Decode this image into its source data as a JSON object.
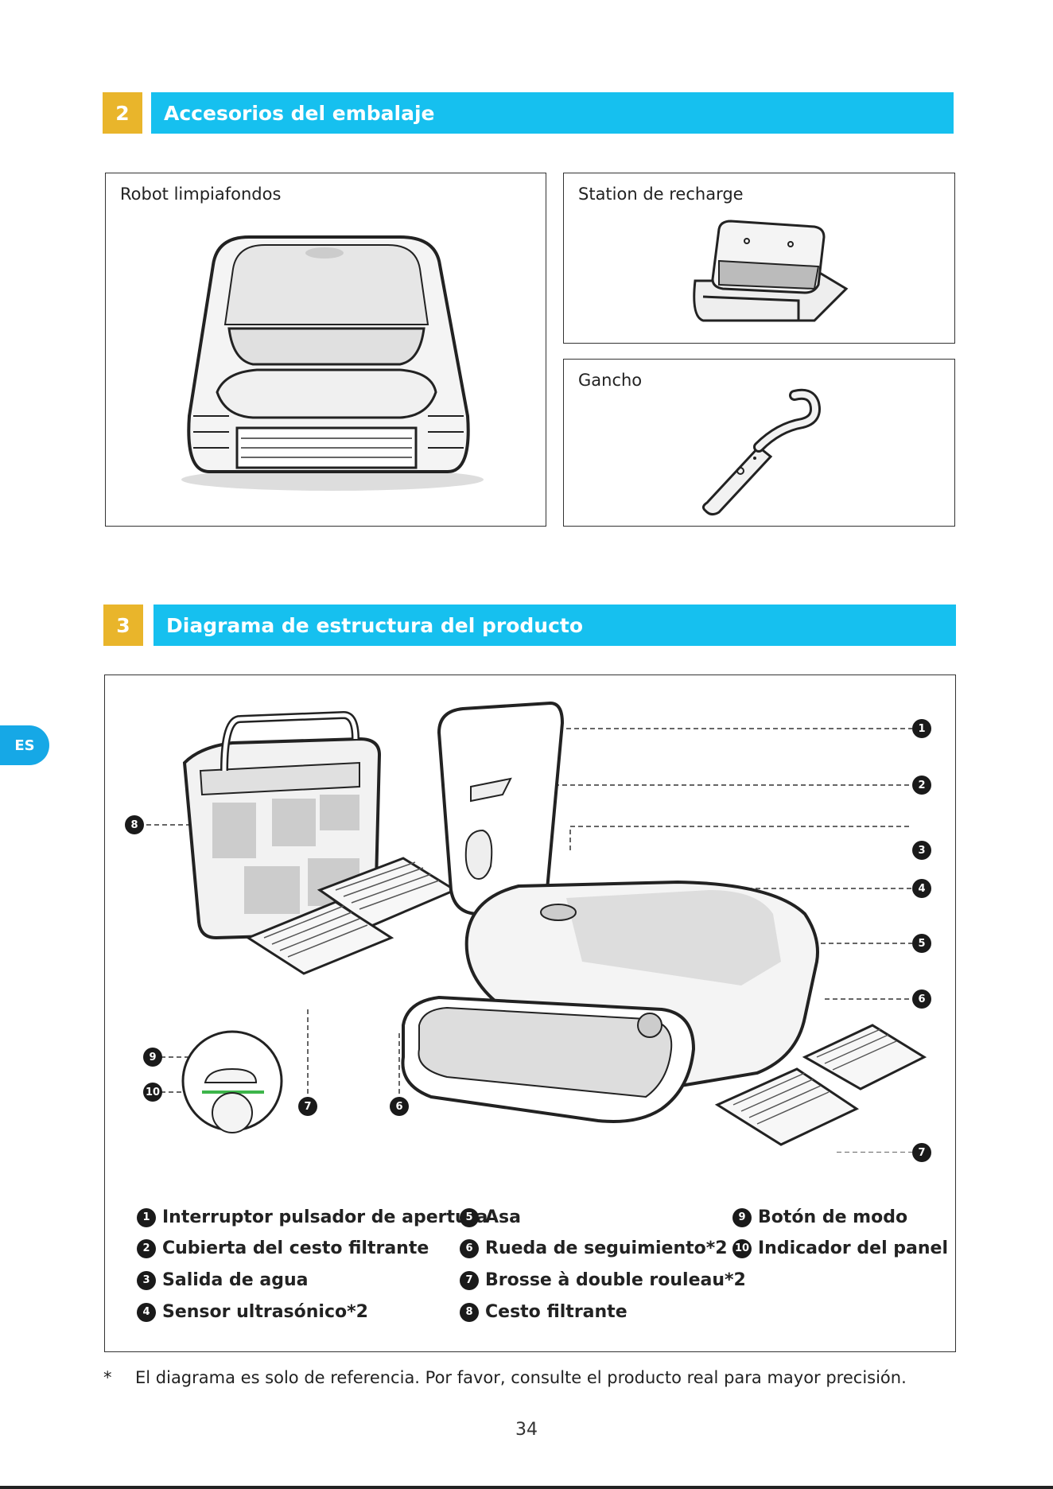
{
  "section2": {
    "number": "2",
    "title": "Accesorios del embalaje"
  },
  "accessories": {
    "robot": "Robot limpiafondos",
    "station": "Station de recharge",
    "hook": "Gancho"
  },
  "section3": {
    "number": "3",
    "title": "Diagrama de estructura del producto"
  },
  "side_tab": "ES",
  "callouts": [
    "1",
    "2",
    "3",
    "4",
    "5",
    "6",
    "7",
    "8",
    "9",
    "10",
    "6",
    "7"
  ],
  "legend": [
    {
      "num": "1",
      "label": "Interruptor pulsador de apertura"
    },
    {
      "num": "2",
      "label": "Cubierta del cesto filtrante"
    },
    {
      "num": "3",
      "label": "Salida de agua"
    },
    {
      "num": "4",
      "label": "Sensor ultrasónico*2"
    },
    {
      "num": "5",
      "label": "Asa"
    },
    {
      "num": "6",
      "label": "Rueda de seguimiento*2"
    },
    {
      "num": "7",
      "label": "Brosse à double rouleau*2"
    },
    {
      "num": "8",
      "label": "Cesto filtrante"
    },
    {
      "num": "9",
      "label": "Botón de modo"
    },
    {
      "num": "10",
      "label": "Indicador del panel"
    }
  ],
  "footnote": {
    "star": "*",
    "text": "El diagrama es solo de referencia. Por favor, consulte el producto real para mayor precisión."
  },
  "page_number": "34"
}
